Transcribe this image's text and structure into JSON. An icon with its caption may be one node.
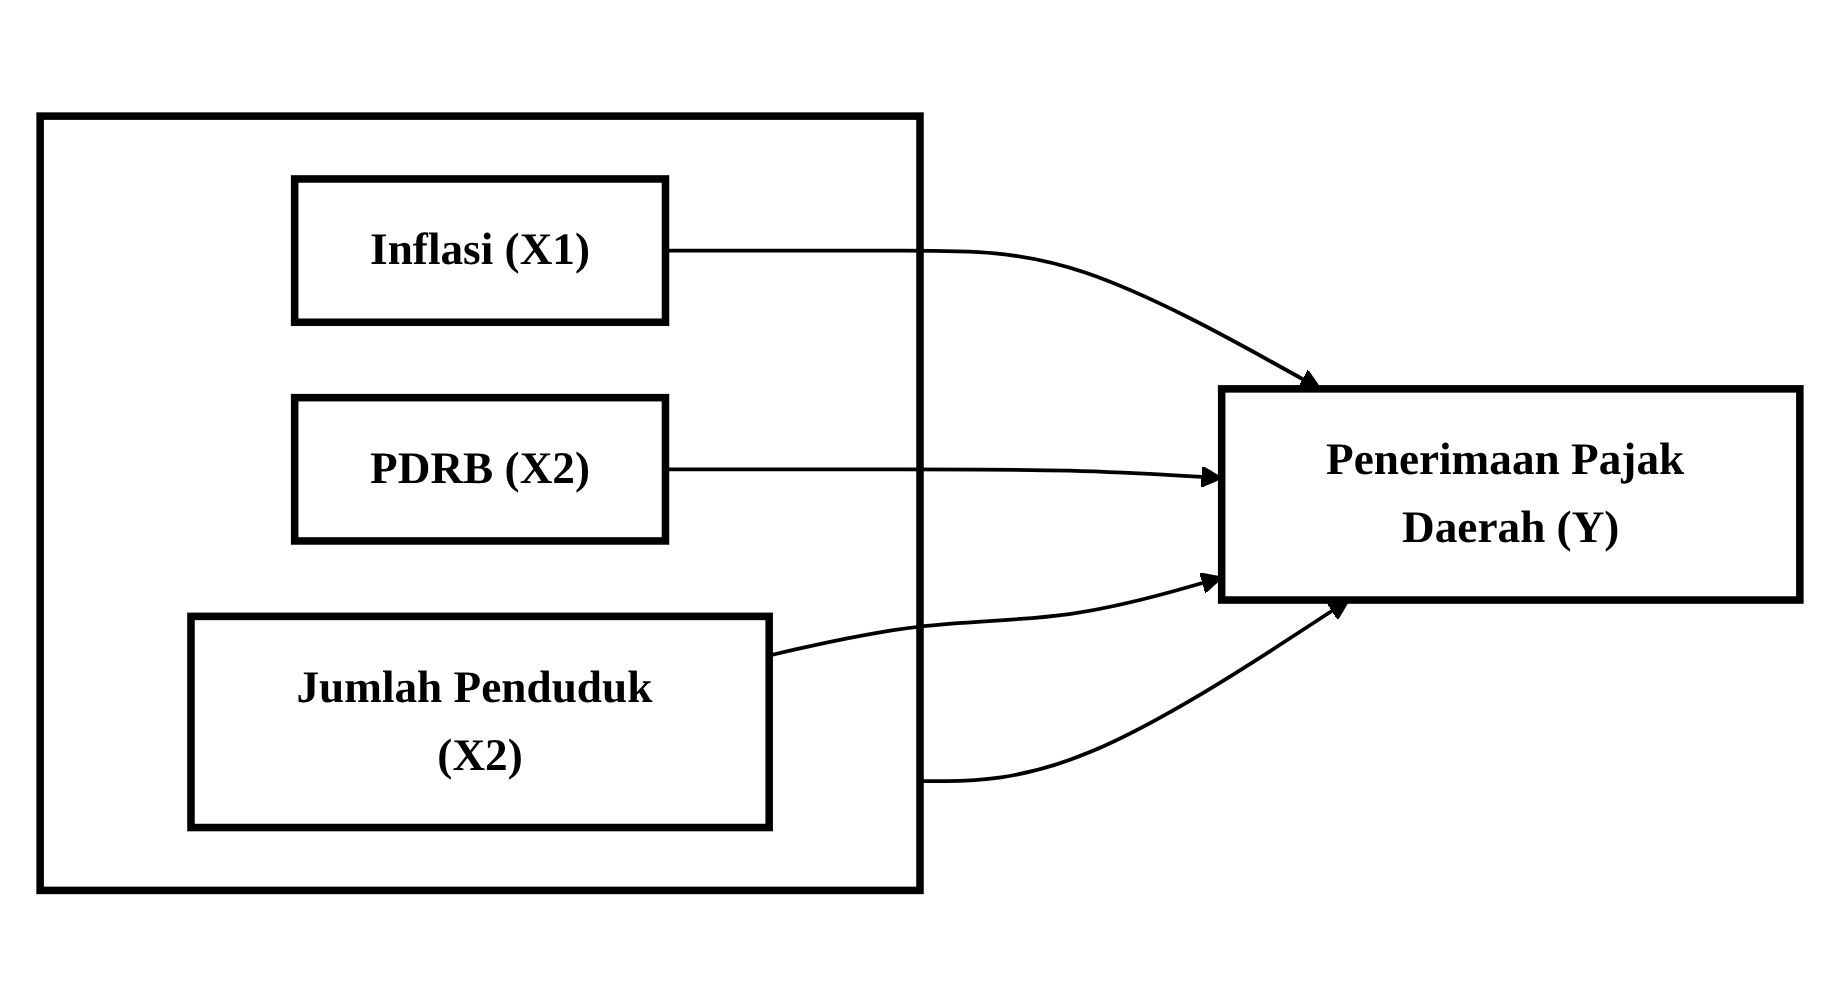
{
  "diagram": {
    "nodes": [
      {
        "text": [],
        "shape": "box"
      },
      {
        "text": [
          "Inflasi (X1)"
        ],
        "in": 0
      },
      {
        "text": [
          "PDRB (X2)"
        ],
        "in": 0
      },
      {
        "text": [
          "Jumlah Penduduk (X2)"
        ],
        "in": 0
      },
      {
        "text": [
          "Penerimaan Pajak Daerah (Y)"
        ]
      }
    ],
    "edges": [
      {
        "from": 1,
        "to": 4,
        "arrow": "to"
      },
      {
        "from": 2,
        "to": 4,
        "arrow": "to"
      },
      {
        "from": 3,
        "to": 4,
        "arrow": "to"
      },
      {
        "from": 0,
        "to": 4,
        "arrow": "to"
      }
    ]
  }
}
